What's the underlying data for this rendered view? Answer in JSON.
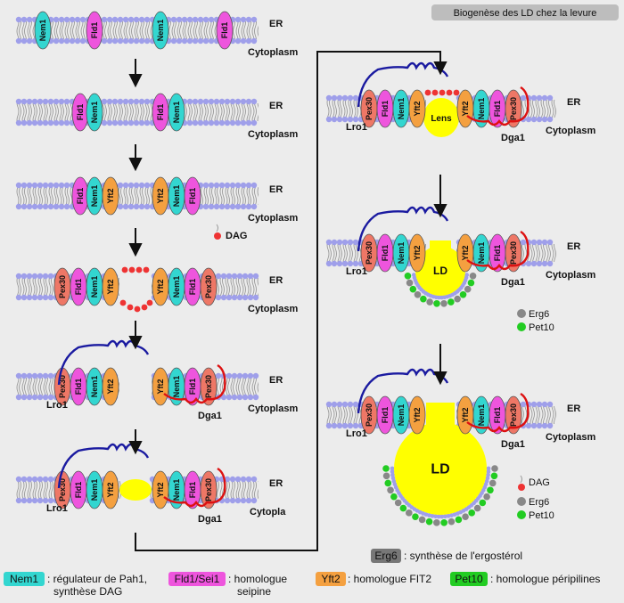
{
  "title": "Biogenèse des LD chez la levure",
  "labels": {
    "er": "ER",
    "cytoplasm": "Cytoplasm",
    "cytopla": "Cytopla",
    "lro1": "Lro1",
    "dga1": "Dga1",
    "lens": "Lens",
    "ld": "LD",
    "dag": "DAG",
    "erg6": "Erg6",
    "pet10": "Pet10"
  },
  "proteins": {
    "nem1": "Nem1",
    "fld1": "Fld1",
    "yft2": "Yft2",
    "pex30": "Pex30"
  },
  "legend": {
    "erg6_tag": "Erg6",
    "erg6_text": ": synthèse de l'ergostérol",
    "nem1_tag": "Nem1",
    "nem1_line1": ": régulateur de Pah1,",
    "nem1_line2": "synthèse DAG",
    "fld1_tag": "Fld1/Sei1",
    "fld1_line1": ": homologue",
    "fld1_line2": "seipine",
    "yft2_tag": "Yft2",
    "yft2_text": ": homologue FIT2",
    "pet10_tag": "Pet10",
    "pet10_text": ": homologue péripilines"
  },
  "colors": {
    "nem1": "#33d6d0",
    "fld1": "#ee55dd",
    "yft2": "#f4a040",
    "pex30": "#ee7766",
    "lipid_head": "#9f9fea",
    "dag": "#ee3333",
    "ld": "#ffff00",
    "erg6": "#888888",
    "pet10": "#22cc22",
    "lro1": "#1a1aa0",
    "dga1": "#dd1111",
    "background": "#ececec"
  }
}
